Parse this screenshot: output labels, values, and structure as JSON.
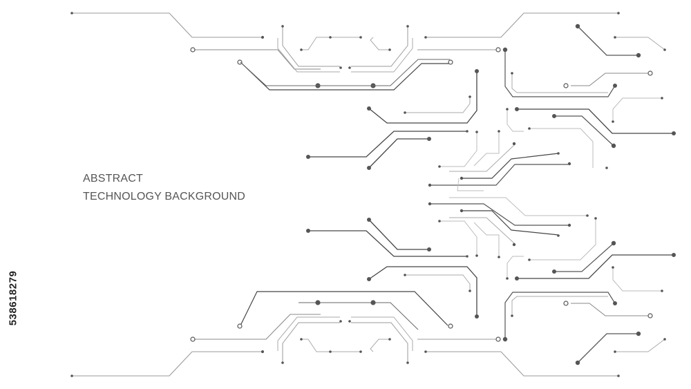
{
  "headline": {
    "line1": "ABSTRACT",
    "line2": "TECHNOLOGY BACKGROUND"
  },
  "side_id": "538618279",
  "colors": {
    "background": "#ffffff",
    "trace_dark": "#555555",
    "trace_light": "#b5b5b5",
    "node": "#555555",
    "text": "#555555",
    "side_id": "#222222"
  }
}
